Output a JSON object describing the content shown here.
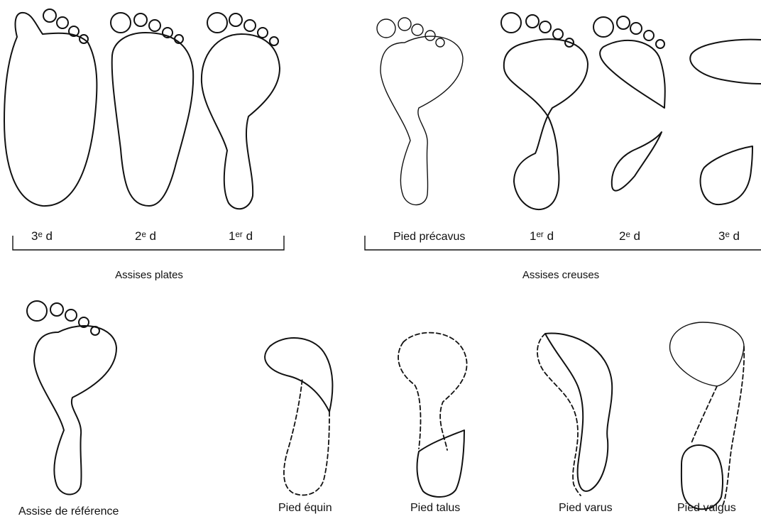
{
  "flat": {
    "degrees": [
      "3ᵉ d",
      "2ᵉ d",
      "1ᵉʳ d"
    ],
    "group_label": "Assises plates"
  },
  "hollow": {
    "labels": [
      "Pied précavus",
      "1ᵉʳ d",
      "2ᵉ d",
      "3ᵉ d"
    ],
    "group_label": "Assises creuses"
  },
  "reference_label": "Assise de référence",
  "deformities": [
    "Pied équin",
    "Pied talus",
    "Pied varus",
    "Pied valgus"
  ]
}
